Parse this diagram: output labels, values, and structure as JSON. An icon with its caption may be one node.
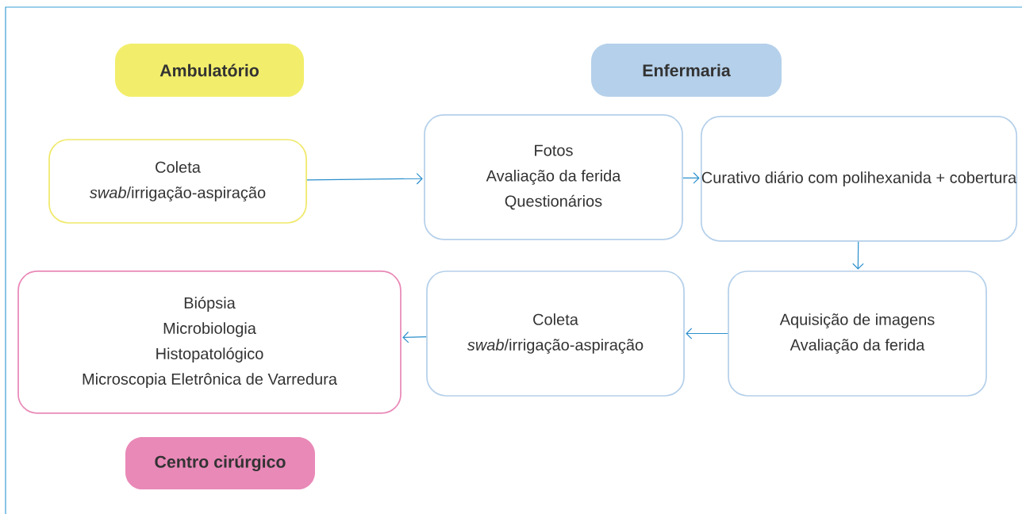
{
  "diagram": {
    "nodes": [
      {
        "text": [
          "Ambulatório"
        ]
      },
      {
        "text": [
          "Enfermaria"
        ]
      },
      {
        "text": [
          "Coleta",
          "*swab*/irrigação-aspiração"
        ]
      },
      {
        "text": [
          "Fotos",
          "Avaliação da ferida",
          "Questionários"
        ]
      },
      {
        "text": [
          "Curativo diário com polihexanida + cobertura"
        ]
      },
      {
        "text": [
          "Biópsia",
          "Microbiologia",
          "Histopatológico",
          "Microscopia Eletrônica de Varredura"
        ]
      },
      {
        "text": [
          "Coleta",
          "*swab*/irrigação-aspiração"
        ]
      },
      {
        "text": [
          "Aquisição de imagens",
          "Avaliação da ferida"
        ]
      },
      {
        "text": [
          "Centro cirúrgico"
        ]
      }
    ],
    "edges": [
      {
        "from": 2,
        "to": 3,
        "arrow": "to"
      },
      {
        "from": 3,
        "to": 4,
        "arrow": "to"
      },
      {
        "from": 4,
        "to": 7,
        "arrow": "to"
      },
      {
        "from": 7,
        "to": 6,
        "arrow": "to"
      },
      {
        "from": 6,
        "to": 5,
        "arrow": "to"
      }
    ]
  }
}
